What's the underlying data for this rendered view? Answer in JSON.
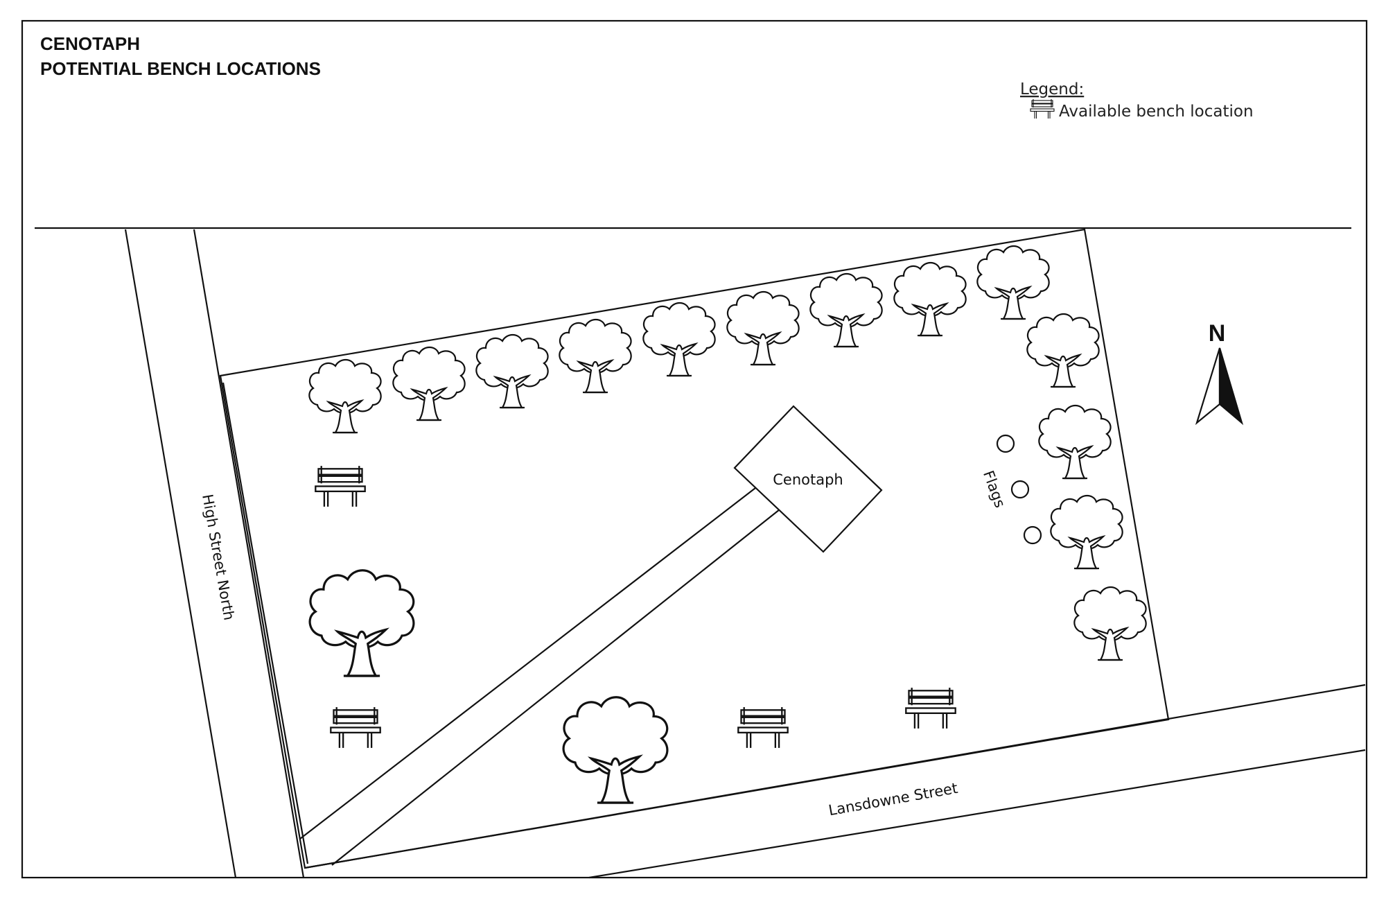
{
  "title_line1": "CENOTAPH",
  "title_line2": "POTENTIAL BENCH LOCATIONS",
  "legend": {
    "heading": "Legend:",
    "items": [
      {
        "icon": "bench-icon",
        "label": "Available bench location"
      }
    ]
  },
  "compass": {
    "label": "N"
  },
  "map_labels": {
    "cenotaph": "Cenotaph",
    "flags": "Flags",
    "street_west": "High Street North",
    "street_south": "Lansdowne Street"
  }
}
